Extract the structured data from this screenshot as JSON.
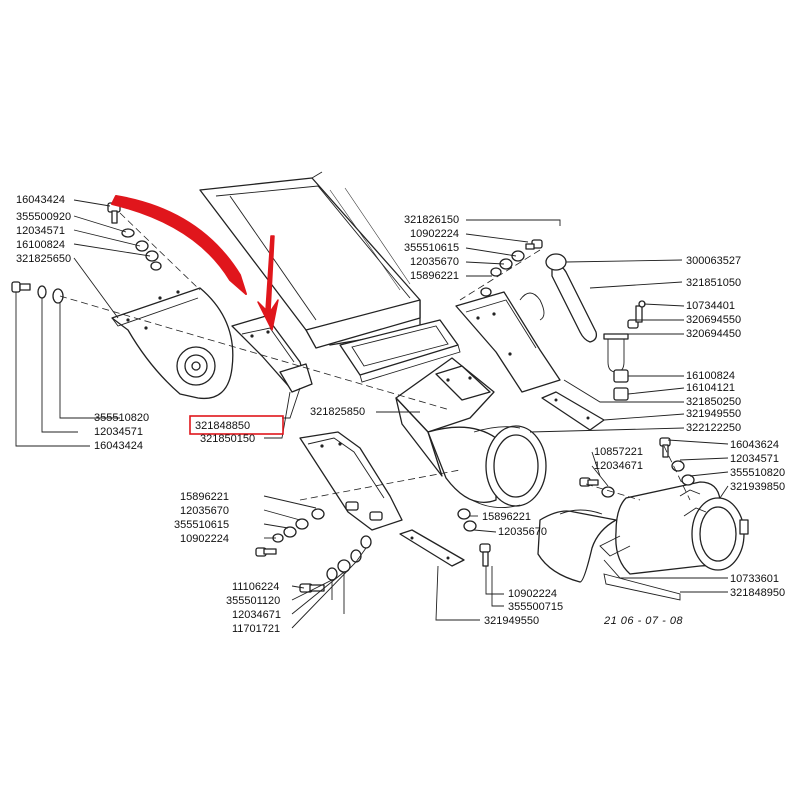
{
  "highlight_color": "#e0161c",
  "left_stack": {
    "labels": [
      "16043424",
      "355500920",
      "12034571",
      "16100824",
      "321825650"
    ]
  },
  "left_vertical": {
    "labels": [
      "355510820",
      "12034571",
      "16043424"
    ]
  },
  "highlighted_part": "321848850",
  "label_321850150": "321850150",
  "label_321825850": "321825850",
  "top_center_stack": {
    "labels": [
      "321826150",
      "10902224",
      "355510615",
      "12035670",
      "15896221"
    ]
  },
  "right_column": {
    "labels": [
      "300063527",
      "321851050",
      "10734401",
      "320694550",
      "320694450",
      "16100824",
      "16104121",
      "321850250",
      "321949550",
      "322122250"
    ]
  },
  "right_mid": {
    "labels": [
      "10857221",
      "12034671"
    ],
    "col": [
      "16043624",
      "12034571",
      "355510820",
      "321939850"
    ]
  },
  "bottom_right": {
    "labels": [
      "10733601",
      "321848950"
    ]
  },
  "bottom_left_stack": {
    "labels": [
      "15896221",
      "12035670",
      "355510615",
      "10902224"
    ]
  },
  "bottom_left_lower": {
    "labels": [
      "11106224",
      "355501120",
      "12034671",
      "11701721"
    ]
  },
  "bottom_center": {
    "labels": [
      "15896221",
      "12035670",
      "10902224",
      "355500715",
      "321949550"
    ]
  },
  "reference": "21 06 - 07 - 08"
}
